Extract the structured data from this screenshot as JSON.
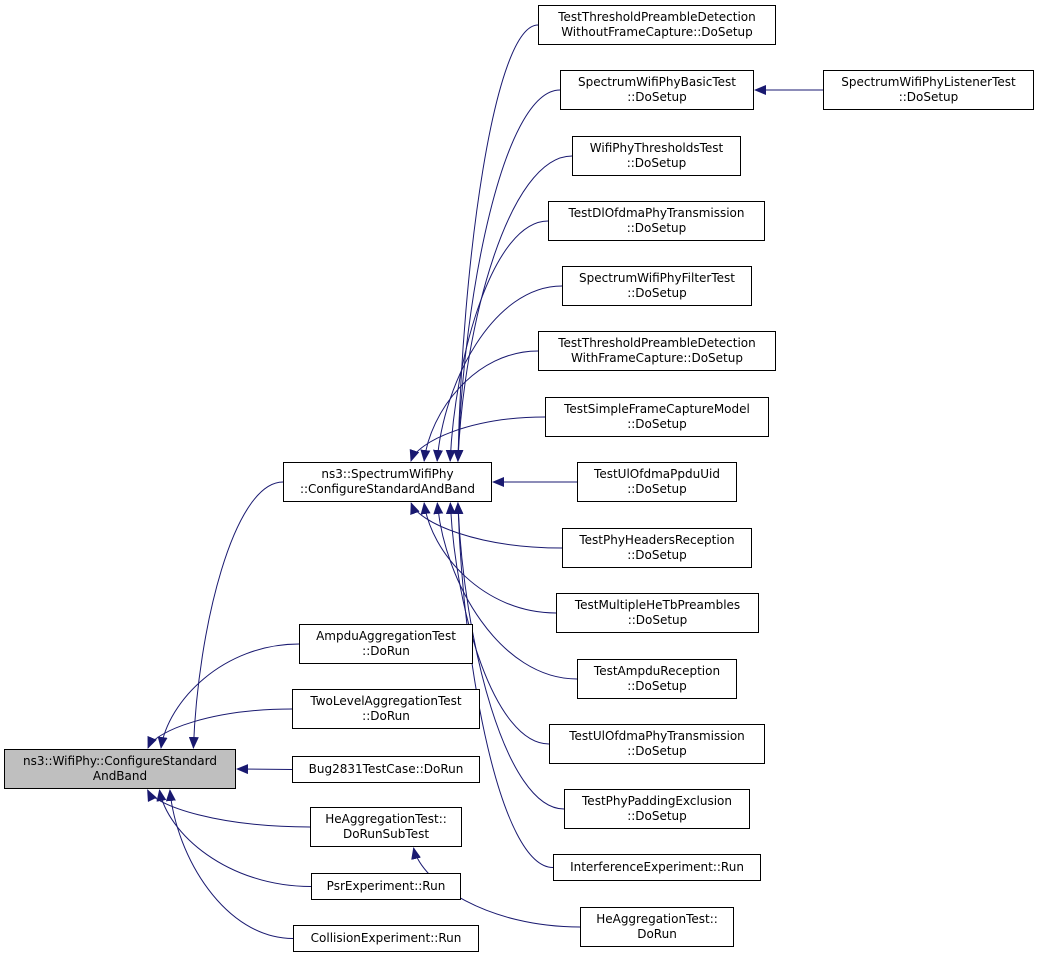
{
  "graph": {
    "edge_color": "#191970",
    "root_fill": "#bfbfbf",
    "nodes": {
      "n0": {
        "line1": "ns3::WifiPhy::ConfigureStandard",
        "line2": "AndBand"
      },
      "n1": {
        "line1": "ns3::SpectrumWifiPhy",
        "line2": "::ConfigureStandardAndBand"
      },
      "n2": {
        "line1": "TestThresholdPreambleDetection",
        "line2": "WithoutFrameCapture::DoSetup"
      },
      "n3": {
        "line1": "SpectrumWifiPhyBasicTest",
        "line2": "::DoSetup"
      },
      "n4": {
        "line1": "SpectrumWifiPhyListenerTest",
        "line2": "::DoSetup"
      },
      "n5": {
        "line1": "WifiPhyThresholdsTest",
        "line2": "::DoSetup"
      },
      "n6": {
        "line1": "TestDlOfdmaPhyTransmission",
        "line2": "::DoSetup"
      },
      "n7": {
        "line1": "SpectrumWifiPhyFilterTest",
        "line2": "::DoSetup"
      },
      "n8": {
        "line1": "TestThresholdPreambleDetection",
        "line2": "WithFrameCapture::DoSetup"
      },
      "n9": {
        "line1": "TestSimpleFrameCaptureModel",
        "line2": "::DoSetup"
      },
      "n10": {
        "line1": "TestUlOfdmaPpduUid",
        "line2": "::DoSetup"
      },
      "n11": {
        "line1": "TestPhyHeadersReception",
        "line2": "::DoSetup"
      },
      "n12": {
        "line1": "TestMultipleHeTbPreambles",
        "line2": "::DoSetup"
      },
      "n13": {
        "line1": "TestAmpduReception",
        "line2": "::DoSetup"
      },
      "n14": {
        "line1": "TestUlOfdmaPhyTransmission",
        "line2": "::DoSetup"
      },
      "n15": {
        "line1": "TestPhyPaddingExclusion",
        "line2": "::DoSetup"
      },
      "n16": {
        "line1": "InterferenceExperiment::Run",
        "line2": ""
      },
      "n17": {
        "line1": "AmpduAggregationTest",
        "line2": "::DoRun"
      },
      "n18": {
        "line1": "TwoLevelAggregationTest",
        "line2": "::DoRun"
      },
      "n19": {
        "line1": "Bug2831TestCase::DoRun",
        "line2": ""
      },
      "n20": {
        "line1": "HeAggregationTest::",
        "line2": "DoRunSubTest"
      },
      "n21": {
        "line1": "HeAggregationTest::",
        "line2": "DoRun"
      },
      "n22": {
        "line1": "PsrExperiment::Run",
        "line2": ""
      },
      "n23": {
        "line1": "CollisionExperiment::Run",
        "line2": ""
      }
    },
    "edges": [
      {
        "from": "n1",
        "to": "n0"
      },
      {
        "from": "n17",
        "to": "n0"
      },
      {
        "from": "n18",
        "to": "n0"
      },
      {
        "from": "n19",
        "to": "n0"
      },
      {
        "from": "n20",
        "to": "n0"
      },
      {
        "from": "n22",
        "to": "n0"
      },
      {
        "from": "n23",
        "to": "n0"
      },
      {
        "from": "n2",
        "to": "n1"
      },
      {
        "from": "n3",
        "to": "n1"
      },
      {
        "from": "n5",
        "to": "n1"
      },
      {
        "from": "n6",
        "to": "n1"
      },
      {
        "from": "n7",
        "to": "n1"
      },
      {
        "from": "n8",
        "to": "n1"
      },
      {
        "from": "n9",
        "to": "n1"
      },
      {
        "from": "n10",
        "to": "n1"
      },
      {
        "from": "n11",
        "to": "n1"
      },
      {
        "from": "n12",
        "to": "n1"
      },
      {
        "from": "n13",
        "to": "n1"
      },
      {
        "from": "n14",
        "to": "n1"
      },
      {
        "from": "n15",
        "to": "n1"
      },
      {
        "from": "n16",
        "to": "n1"
      },
      {
        "from": "n4",
        "to": "n3"
      },
      {
        "from": "n21",
        "to": "n20"
      }
    ]
  }
}
